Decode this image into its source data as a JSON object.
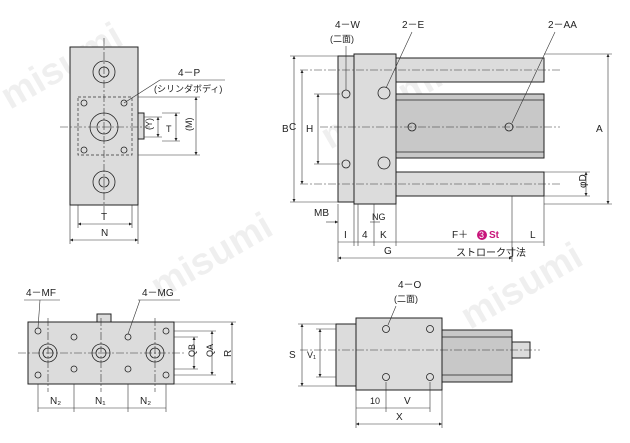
{
  "watermark": "misumi",
  "colors": {
    "accent_circle": "#c8147a",
    "line": "#222222",
    "body": "#dcdcdc"
  },
  "front_view": {
    "callout_P": "4－P",
    "callout_P_sub": "(シリンダボディ)",
    "dim_Y": "(Y)",
    "dim_T_right": "T",
    "dim_M": "(M)",
    "dim_T_bottom": "T",
    "dim_N": "N"
  },
  "side_view": {
    "callout_W": "4－W",
    "callout_W_sub": "(二面)",
    "callout_E": "2－E",
    "callout_AA": "2－AA",
    "dim_B": "B",
    "dim_C": "C",
    "dim_H": "H",
    "dim_A": "A",
    "dim_D": "φD",
    "dim_MB": "MB",
    "dim_NG": "NG",
    "dim_I": "I",
    "dim_4": "4",
    "dim_K": "K",
    "dim_F": "F＋",
    "dim_F_circle": "3",
    "dim_F_st": "St",
    "dim_L": "L",
    "dim_G": "G",
    "stroke_label": "ストローク寸法"
  },
  "bottom_view": {
    "callout_MF": "4－MF",
    "callout_MG": "4－MG",
    "dim_QB": "QB",
    "dim_QA": "QA",
    "dim_R": "R",
    "dim_N2_left": "N₂",
    "dim_N1": "N₁",
    "dim_N2_right": "N₂"
  },
  "lower_side_view": {
    "callout_O": "4－O",
    "callout_O_sub": "(二面)",
    "dim_S": "S",
    "dim_V1": "V₁",
    "dim_10": "10",
    "dim_V": "V",
    "dim_X": "X"
  }
}
